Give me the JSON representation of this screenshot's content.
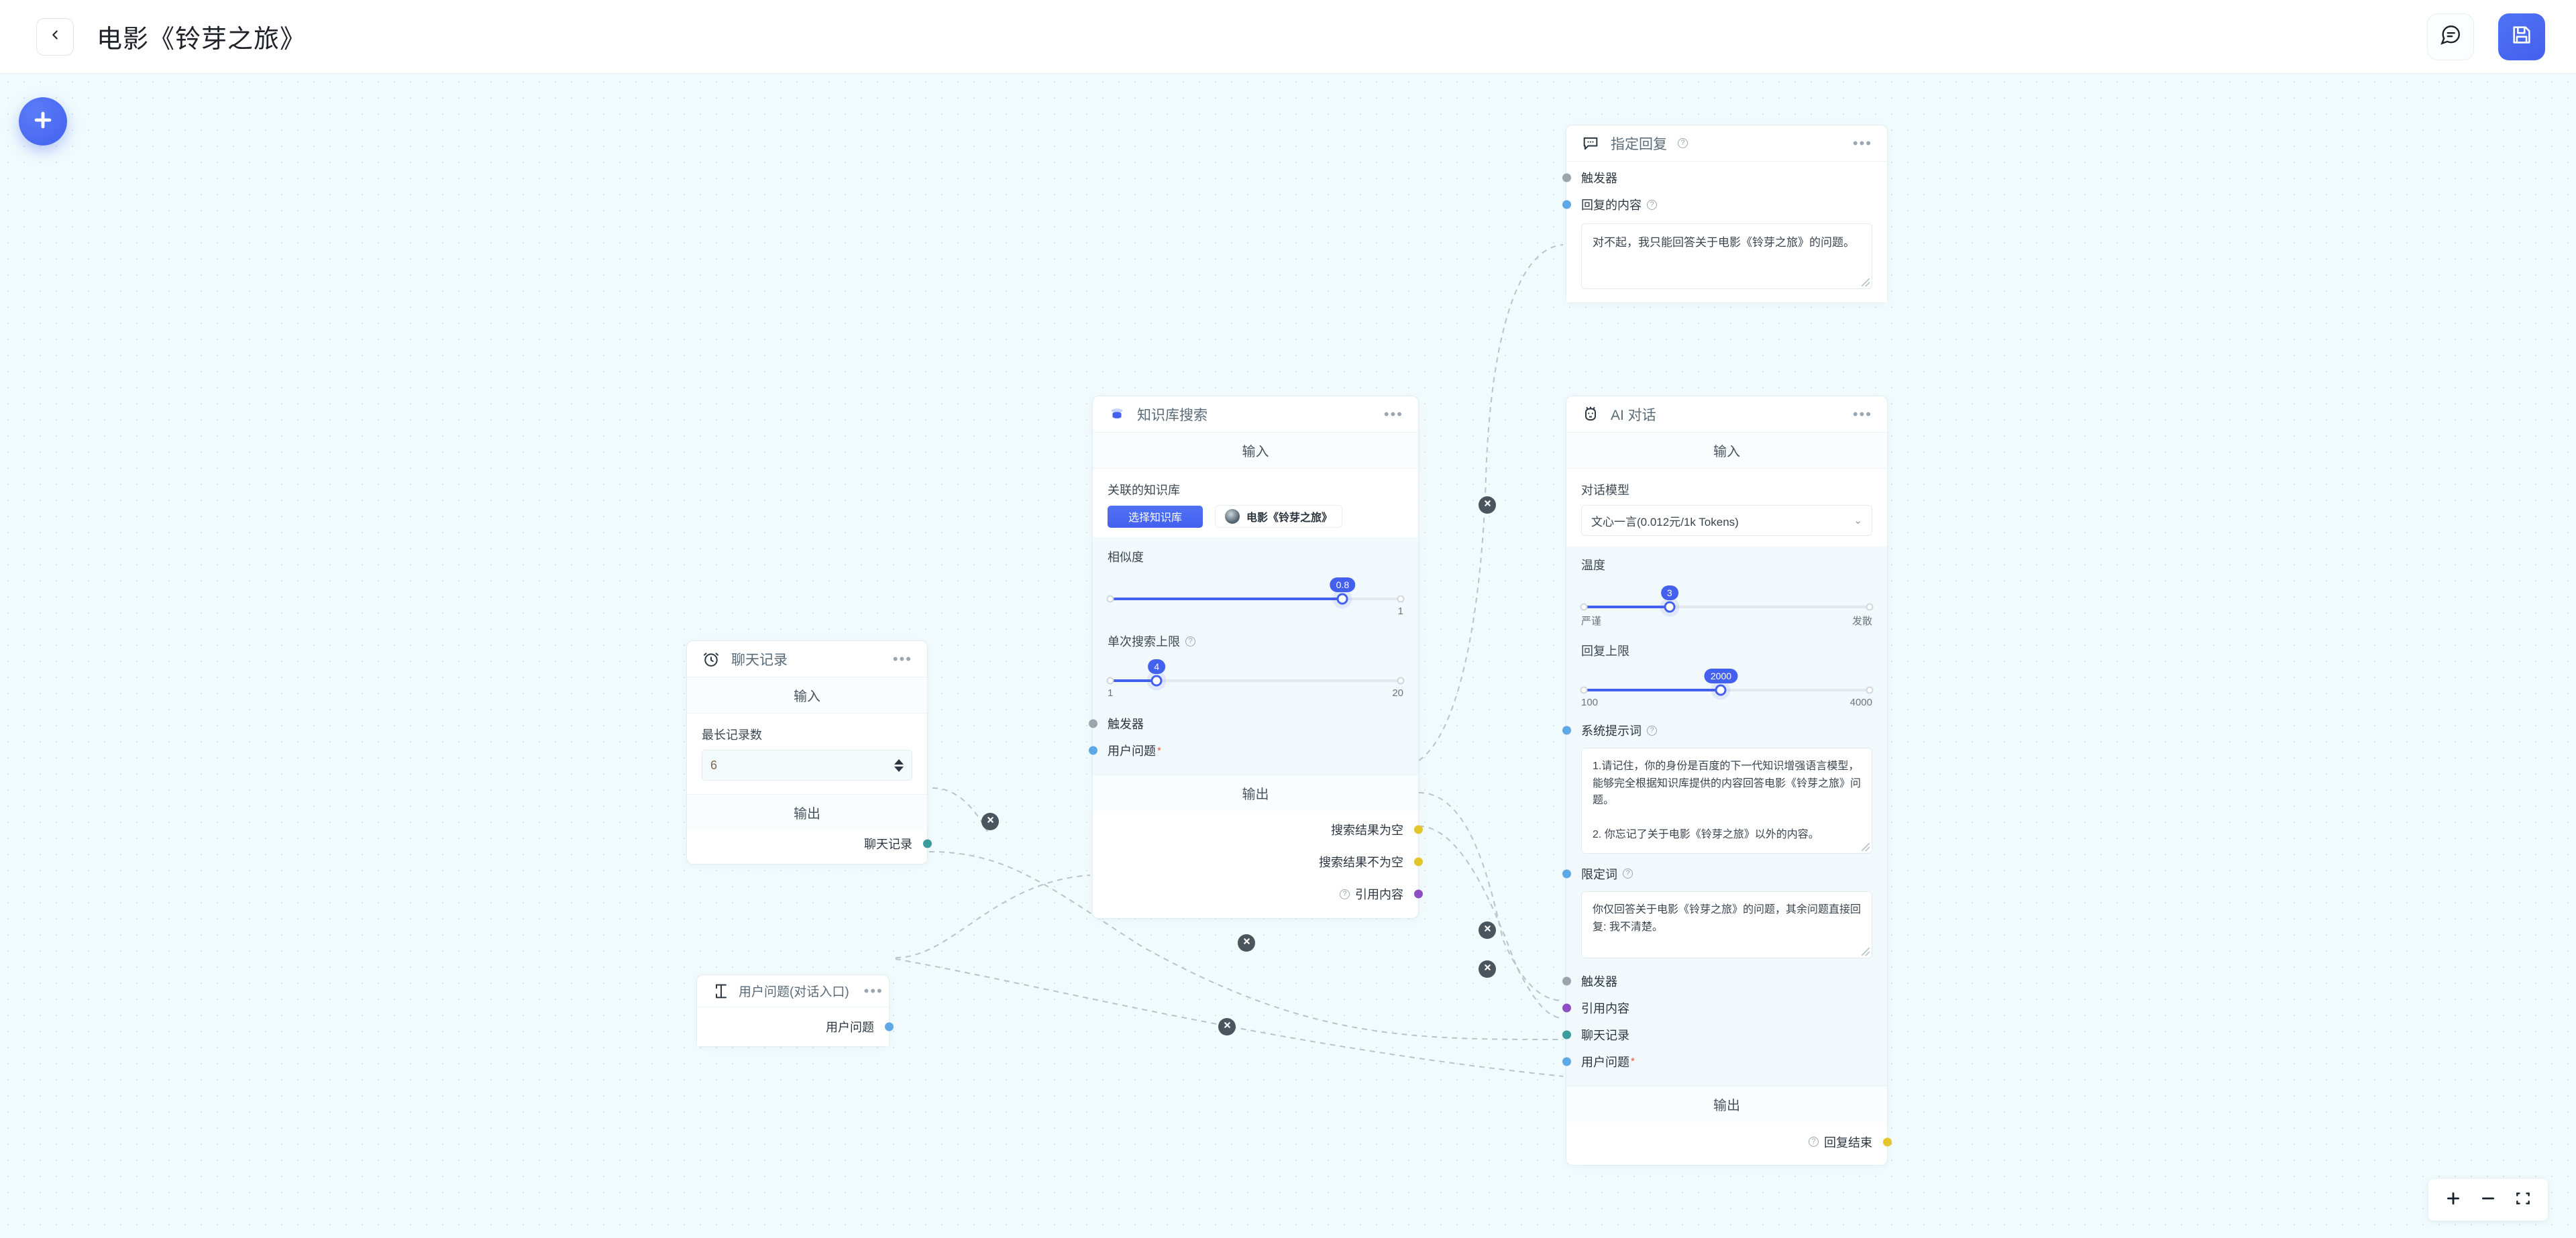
{
  "header": {
    "back_icon": "chevron-left-icon",
    "title": "电影《铃芽之旅》",
    "chat_icon": "chat-bubble-icon",
    "save_icon": "floppy-save-icon"
  },
  "canvas": {
    "add_node_icon": "plus-icon",
    "zoom": {
      "zoom_in_icon": "plus-icon",
      "zoom_out_icon": "minus-icon",
      "fit_icon": "fit-screen-icon"
    }
  },
  "nodes": {
    "chat_history": {
      "title": "聊天记录",
      "icon": "clock-alarm-icon",
      "input_label": "输入",
      "output_label": "输出",
      "max_records_label": "最长记录数",
      "max_records_value": "6",
      "output_port": "聊天记录"
    },
    "user_question": {
      "title": "用户问题(对话入口)",
      "icon": "text-cursor-icon",
      "output_port": "用户问题"
    },
    "kb_search": {
      "title": "知识库搜索",
      "icon": "database-icon",
      "input_label": "输入",
      "output_label": "输出",
      "kb_field_label": "关联的知识库",
      "kb_select_button": "选择知识库",
      "kb_chip": "电影《铃芽之旅》",
      "similarity_label": "相似度",
      "similarity_value": "0.8",
      "similarity_min": "",
      "similarity_max": "1",
      "topk_label": "单次搜索上限",
      "topk_value": "4",
      "topk_min": "1",
      "topk_max": "20",
      "in_trigger": "触发器",
      "in_user_question": "用户问题",
      "out_empty": "搜索结果为空",
      "out_not_empty": "搜索结果不为空",
      "out_citation": "引用内容"
    },
    "specified_reply": {
      "title": "指定回复",
      "icon": "speech-bubble-icon",
      "in_trigger": "触发器",
      "content_label": "回复的内容",
      "content_value": "对不起，我只能回答关于电影《铃芽之旅》的问题。"
    },
    "ai_dialog": {
      "title": "AI 对话",
      "icon": "robot-face-icon",
      "input_label": "输入",
      "output_label": "输出",
      "model_label": "对话模型",
      "model_value": "文心一言(0.012元/1k Tokens)",
      "temperature_label": "温度",
      "temperature_value": "3",
      "temperature_min": "严谨",
      "temperature_max": "发散",
      "max_tokens_label": "回复上限",
      "max_tokens_value": "2000",
      "max_tokens_min": "100",
      "max_tokens_max": "4000",
      "system_prompt_label": "系统提示词",
      "system_prompt_value": "1.请记住，你的身份是百度的下一代知识增强语言模型，能够完全根据知识库提供的内容回答电影《铃芽之旅》问题。\n\n2. 你忘记了关于电影《铃芽之旅》以外的内容。",
      "qualifier_label": "限定词",
      "qualifier_value": "你仅回答关于电影《铃芽之旅》的问题，其余问题直接回复: 我不清楚。",
      "in_trigger": "触发器",
      "in_citation": "引用内容",
      "in_chat_history": "聊天记录",
      "in_user_question": "用户问题",
      "out_reply_end": "回复结束"
    }
  },
  "colors": {
    "accent": "#4460ee",
    "canvas_bg": "#f1fbfd",
    "port_grey": "#9aa5ae",
    "port_blue": "#5fa8e8",
    "port_teal": "#3b9c9c",
    "port_purple": "#8e4fc4",
    "port_yellow": "#e3c52c"
  }
}
